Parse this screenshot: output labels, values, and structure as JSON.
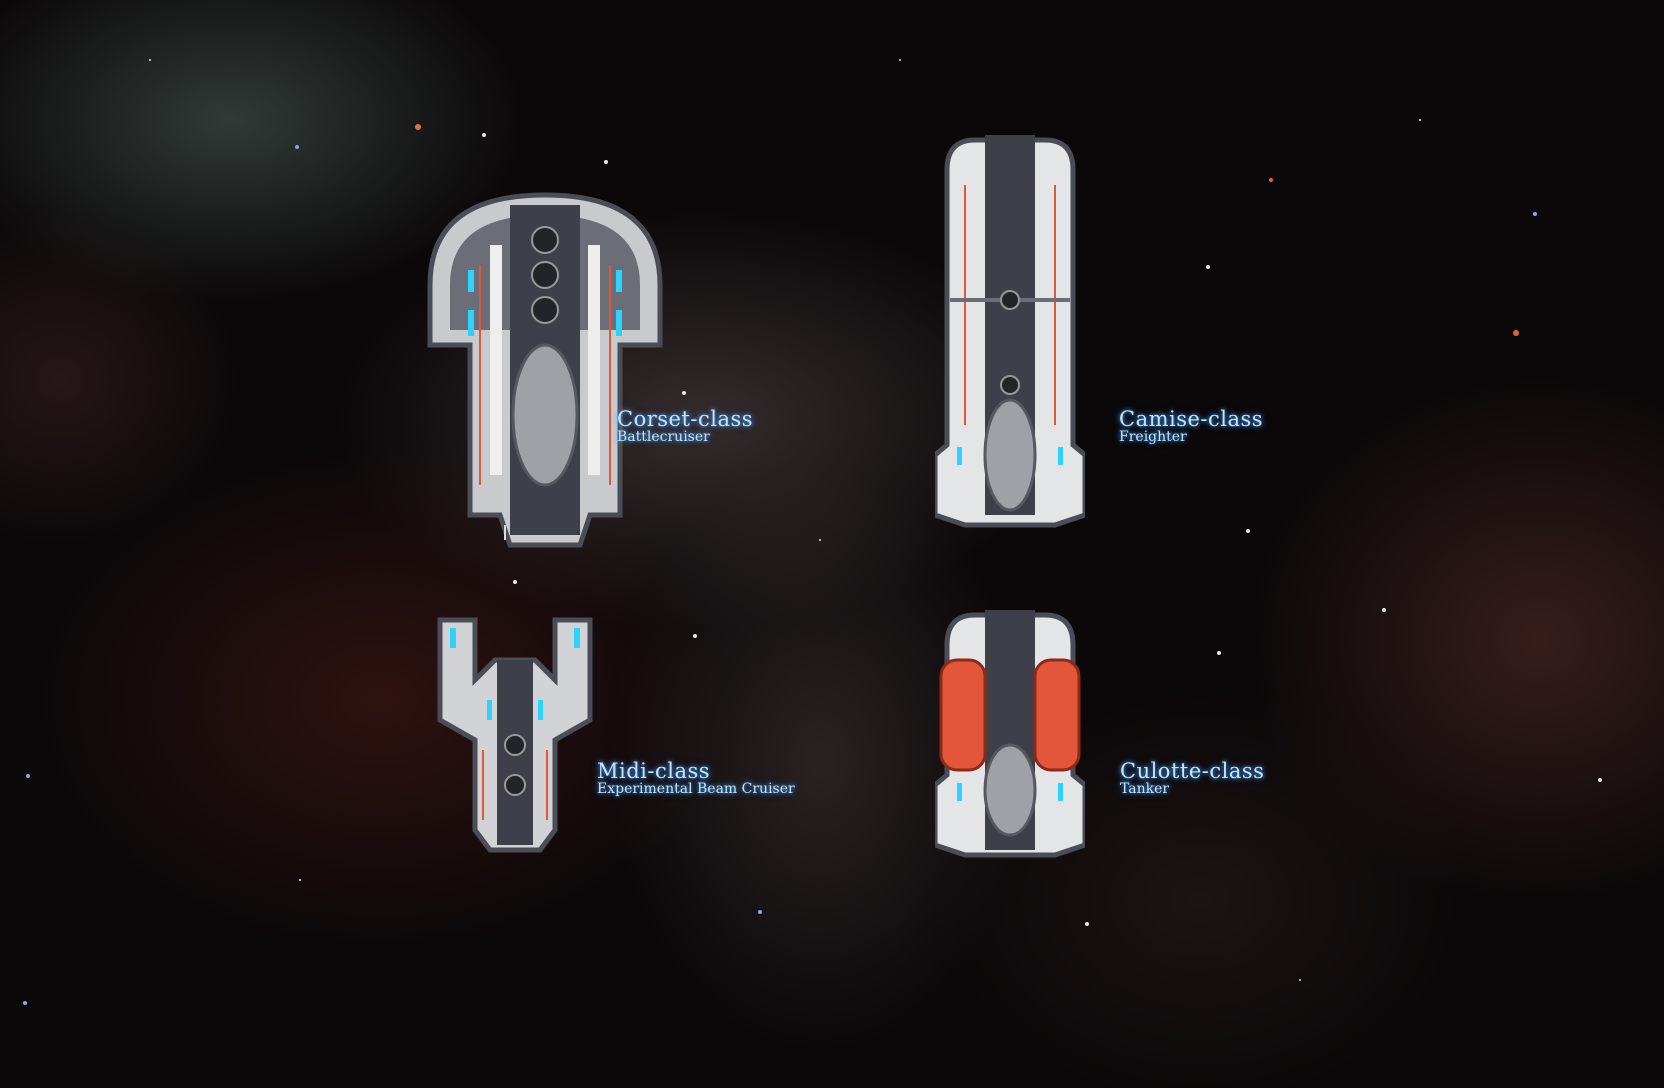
{
  "ships": [
    {
      "id": "corset",
      "name": "Corset-class",
      "role": "Battlecruiser"
    },
    {
      "id": "camise",
      "name": "Camise-class",
      "role": "Freighter"
    },
    {
      "id": "midi",
      "name": "Midi-class",
      "role": "Experimental Beam Cruiser"
    },
    {
      "id": "culotte",
      "name": "Culotte-class",
      "role": "Tanker"
    }
  ],
  "colors": {
    "hull": "#d9d9db",
    "hull_dark": "#4a4d55",
    "accent_orange": "#e4563a",
    "accent_cyan": "#2ad4ff",
    "label": "#bfe6ff"
  },
  "icons": [
    "corset-ship-icon",
    "camise-ship-icon",
    "midi-ship-icon",
    "culotte-ship-icon"
  ]
}
